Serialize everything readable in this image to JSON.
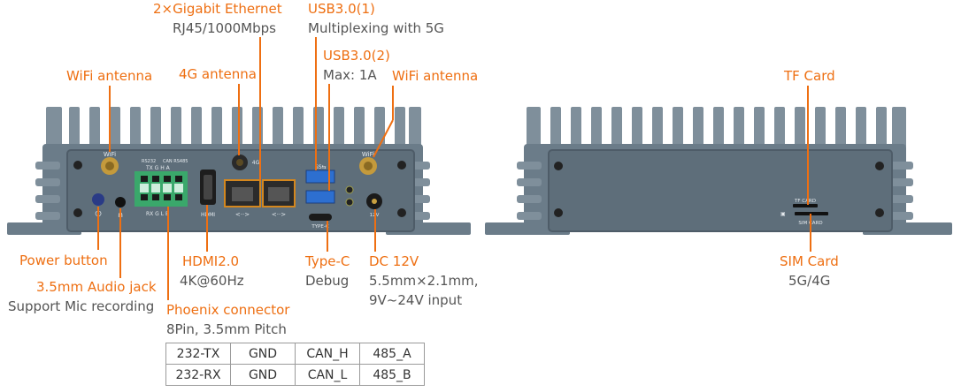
{
  "front_labels": {
    "ethernet_title": "2×Gigabit Ethernet",
    "ethernet_sub": "RJ45/1000Mbps",
    "usb1_title": "USB3.0(1)",
    "usb1_sub": "Multiplexing with 5G",
    "usb2_title": "USB3.0(2)",
    "usb2_sub": "Max: 1A",
    "wifi_left": "WiFi antenna",
    "antenna_4g": "4G antenna",
    "wifi_right": "WiFi antenna",
    "power_button": "Power button",
    "audio_title": "3.5mm Audio jack",
    "audio_sub": "Support Mic recording",
    "hdmi_title": "HDMI2.0",
    "hdmi_sub": "4K@60Hz",
    "phoenix_title": "Phoenix connector",
    "phoenix_sub": "8Pin, 3.5mm Pitch",
    "typec_title": "Type-C",
    "typec_sub": "Debug",
    "dc_title": "DC 12V",
    "dc_sub1": "5.5mm×2.1mm,",
    "dc_sub2": "9V~24V input"
  },
  "back_labels": {
    "tf_card": "TF Card",
    "sim_title": "SIM Card",
    "sim_sub": "5G/4G"
  },
  "pin_table": [
    [
      "232-TX",
      "GND",
      "CAN_H",
      "485_A"
    ],
    [
      "232-RX",
      "GND",
      "CAN_L",
      "485_B"
    ]
  ],
  "panel_print": {
    "wifi": "WiFi",
    "rs232": "RS232",
    "can_rs485": "CAN RS485",
    "tx_g_h_a": "TX  G  H  A",
    "rx_g_l_b": "RX  G  L  B",
    "hdmi": "HDMI",
    "ant_4g": "4G",
    "ss_usb": "SS⇆",
    "type_c": "TYPE-C",
    "dc_12v": "12V",
    "tf_card": "TF CARD",
    "sim_card": "SIM CARD"
  },
  "colors": {
    "accent": "#ee6f12",
    "sub_text": "#555555",
    "case_body": "#6b7c89",
    "case_dark": "#4e5c68",
    "fin": "#7f8f9b",
    "usb_blue": "#2d6fd0",
    "phoenix_green": "#3aa86b"
  }
}
